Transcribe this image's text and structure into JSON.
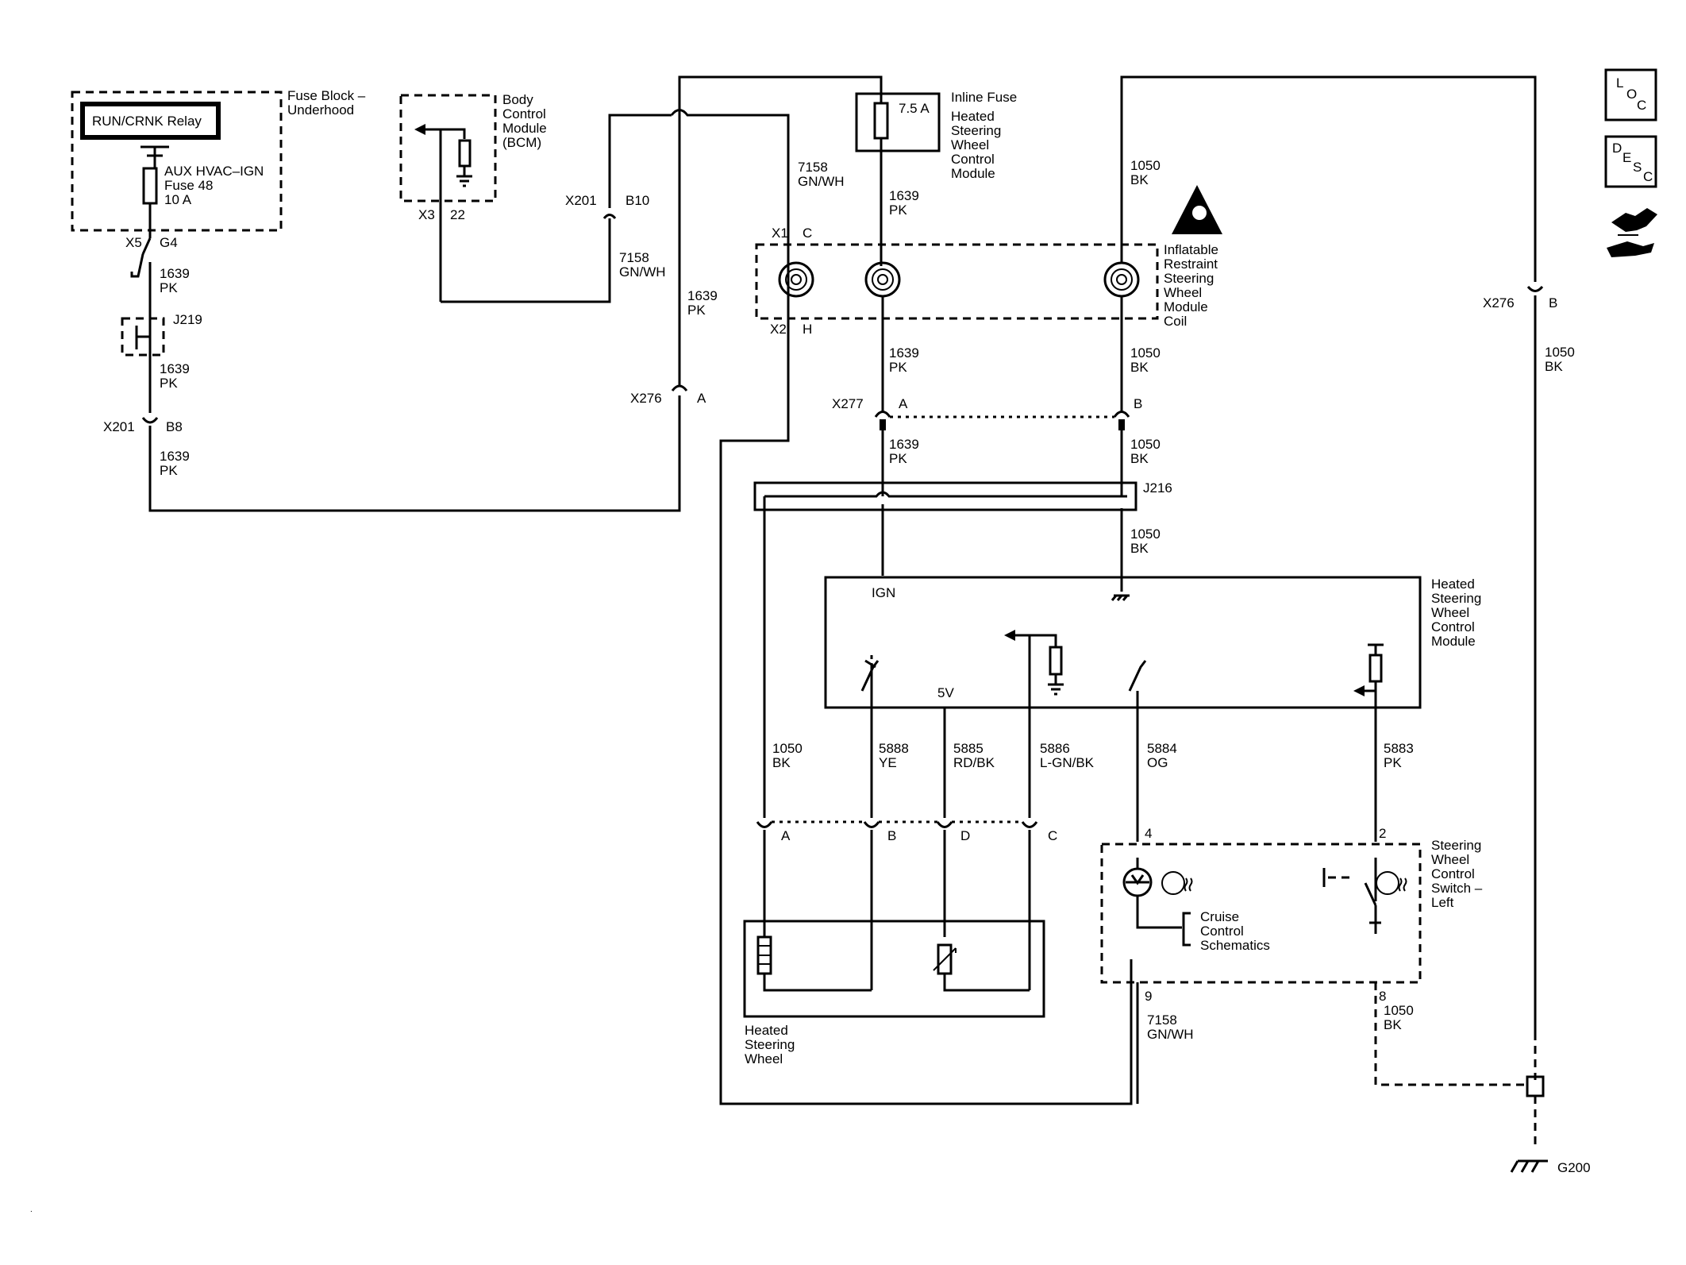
{
  "fuse_block": {
    "title": [
      "Fuse Block –",
      "Underhood"
    ],
    "relay_label": "RUN/CRNK Relay",
    "fuse_label": [
      "AUX HVAC–IGN",
      "Fuse 48",
      "10 A"
    ]
  },
  "bcm": {
    "title": [
      "Body",
      "Control",
      "Module",
      "(BCM)"
    ],
    "connector": "X3",
    "pin": "22"
  },
  "inline_fuse": {
    "rating": "7.5 A",
    "title": [
      "Inline Fuse",
      "Heated",
      "Steering",
      "Wheel",
      "Control",
      "Module"
    ]
  },
  "coil": {
    "title": [
      "Inflatable",
      "Restraint",
      "Steering",
      "Wheel",
      "Module",
      "Coil"
    ],
    "x1": "X1",
    "x1_pin": "C",
    "x2": "X2",
    "x2_pin": "H"
  },
  "control_module": {
    "title": [
      "Heated",
      "Steering",
      "Wheel",
      "Control",
      "Module"
    ],
    "ign": "IGN",
    "v5": "5V"
  },
  "switch_left": {
    "title": [
      "Steering",
      "Wheel",
      "Control",
      "Switch –",
      "Left"
    ],
    "cruise_ref": [
      "Cruise",
      "Control",
      "Schematics"
    ]
  },
  "heated_wheel": {
    "title": [
      "Heated",
      "Steering",
      "Wheel"
    ]
  },
  "connectors": {
    "x5": "X5",
    "g4": "G4",
    "j219": "J219",
    "x201": "X201",
    "b8": "B8",
    "b10": "B10",
    "x276": "X276",
    "a": "A",
    "b": "B",
    "c": "C",
    "d": "D",
    "x277": "X277",
    "j216": "J216",
    "g200": "G200",
    "p4": "4",
    "p2": "2",
    "p9": "9",
    "p8": "8"
  },
  "wires": {
    "w1639": "1639",
    "pk": "PK",
    "w7158": "7158",
    "gnwh": "GN/WH",
    "w1050": "1050",
    "bk": "BK",
    "w5888": "5888",
    "ye": "YE",
    "w5885": "5885",
    "rdbk": "RD/BK",
    "w5886": "5886",
    "lgnbk": "L-GN/BK",
    "w5884": "5884",
    "og": "OG",
    "w5883": "5883"
  },
  "nav_icons": {
    "loc": [
      "L",
      "O",
      "C"
    ],
    "desc": [
      "D",
      "E",
      "S",
      "C"
    ]
  }
}
